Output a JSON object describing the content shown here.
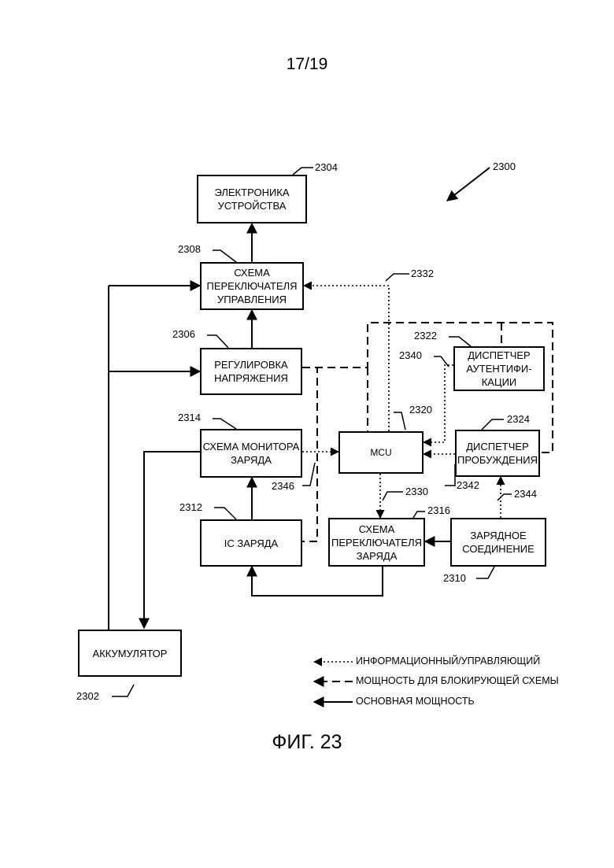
{
  "page_number": "17/19",
  "figure_title": "ФИГ. 23",
  "references": {
    "figure": "2300",
    "device_electronics": "2304",
    "control_switch": "2308",
    "voltage_regulation": "2306",
    "charge_monitor": "2314",
    "charge_ic": "2312",
    "battery": "2302",
    "mcu": "2320",
    "auth_manager": "2322",
    "wake_manager": "2324",
    "charge_switch": "2316",
    "charge_connection": "2310",
    "info_line_top": "2332",
    "dotted_auth": "2340",
    "monitor_line": "2346",
    "mcu_to_switch": "2330",
    "wake_line": "2342",
    "connection_to_wake": "2344"
  },
  "blocks": {
    "device_electronics": "ЭЛЕКТРОНИКА\nУСТРОЙСТВА",
    "control_switch": "СХЕМА\nПЕРЕКЛЮЧАТЕЛЯ\nУПРАВЛЕНИЯ",
    "voltage_regulation": "РЕГУЛИРОВКА\nНАПРЯЖЕНИЯ",
    "charge_monitor": "СХЕМА МОНИТОРА\nЗАРЯДА",
    "charge_ic": "IC ЗАРЯДА",
    "battery": "АККУМУЛЯТОР",
    "mcu": "MCU",
    "auth_manager": "ДИСПЕТЧЕР\nАУТЕНТИФИ-\nКАЦИИ",
    "wake_manager": "ДИСПЕТЧЕР\nПРОБУЖДЕНИЯ",
    "charge_switch": "СХЕМА\nПЕРЕКЛЮЧАТЕЛЯ\nЗАРЯДА",
    "charge_connection": "ЗАРЯДНОЕ\nСОЕДИНЕНИЕ"
  },
  "legend": {
    "info_control": "ИНФОРМАЦИОННЫЙ/УПРАВЛЯЮЩИЙ",
    "lockout_power": "МОЩНОСТЬ ДЛЯ БЛОКИРУЮЩЕЙ СХЕМЫ",
    "main_power": "ОСНОВНАЯ МОЩНОСТЬ"
  }
}
